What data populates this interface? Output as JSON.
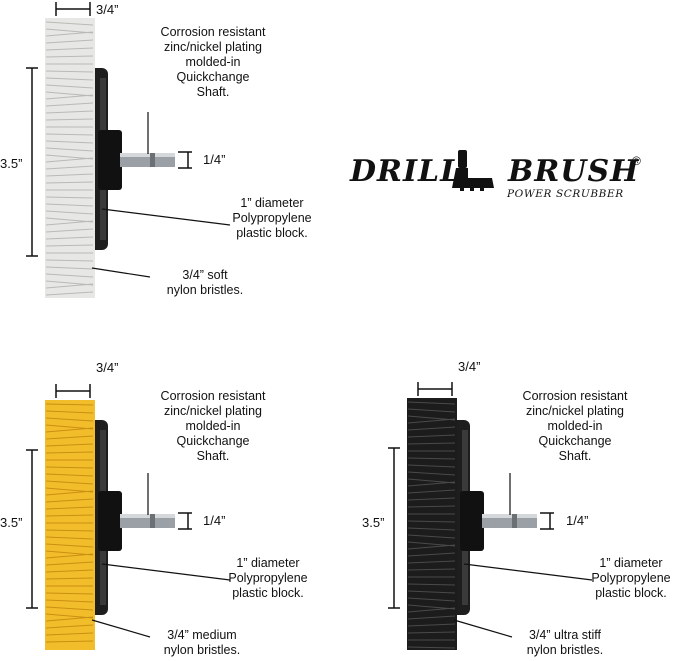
{
  "logo": {
    "left_word": "DRILL",
    "right_word": "BRUSH",
    "subtitle": "POWER SCRUBBER",
    "registered_mark": "®",
    "brush_icon": "brush-logo-icon"
  },
  "brushes": [
    {
      "id": "white",
      "bristle_color": "#e7e7e5",
      "width_label": "3/4”",
      "height_label": "3.5”",
      "shaft_label": "1/4”",
      "plating_label": [
        "Corrosion resistant",
        "zinc/nickel plating",
        "molded-in",
        "Quickchange",
        "Shaft."
      ],
      "block_label": [
        "1” diameter",
        "Polypropylene",
        "plastic block."
      ],
      "bristle_label": [
        "3/4” soft",
        "nylon bristles."
      ]
    },
    {
      "id": "yellow",
      "bristle_color": "#f2bd2b",
      "width_label": "3/4”",
      "height_label": "3.5”",
      "shaft_label": "1/4”",
      "plating_label": [
        "Corrosion resistant",
        "zinc/nickel plating",
        "molded-in",
        "Quickchange",
        "Shaft."
      ],
      "block_label": [
        "1” diameter",
        "Polypropylene",
        "plastic block."
      ],
      "bristle_label": [
        "3/4” medium",
        "nylon bristles."
      ]
    },
    {
      "id": "black",
      "bristle_color": "#1c1c1c",
      "width_label": "3/4”",
      "height_label": "3.5”",
      "shaft_label": "1/4”",
      "plating_label": [
        "Corrosion resistant",
        "zinc/nickel plating",
        "molded-in",
        "Quickchange",
        "Shaft."
      ],
      "block_label": [
        "1” diameter",
        "Polypropylene",
        "plastic block."
      ],
      "bristle_label": [
        "3/4” ultra stiff",
        "nylon bristles."
      ]
    }
  ]
}
